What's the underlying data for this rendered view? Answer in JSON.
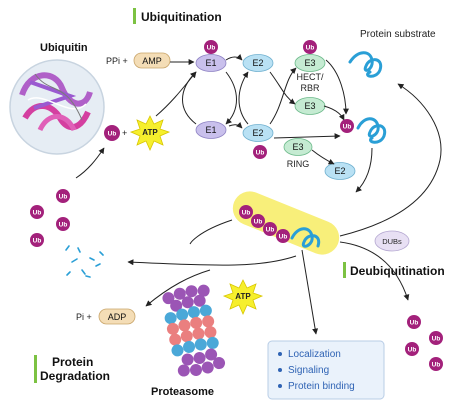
{
  "sections": {
    "ubiquitination": "Ubiquitination",
    "deubiquitination": "Deubiquitination",
    "degradation_line1": "Protein",
    "degradation_line2": "Degradation"
  },
  "labels": {
    "ubiquitin": "Ubiquitin",
    "protein_substrate": "Protein substrate",
    "proteasome": "Proteasome",
    "ppi_plus": "PPi +",
    "pi_plus": "Pi +",
    "plus": "+",
    "hect_line1": "HECT/",
    "hect_line2": "RBR",
    "ring": "RING"
  },
  "molecules": {
    "amp": "AMP",
    "adp": "ADP",
    "atp": "ATP",
    "ub": "Ub",
    "dubs": "DUBs"
  },
  "enzymes": {
    "e1": "E1",
    "e2": "E2",
    "e3": "E3"
  },
  "outcomes": [
    "Localization",
    "Signaling",
    "Protein binding"
  ],
  "colors": {
    "section_bar": "#7cc242",
    "ub": "#a3217b",
    "e1": "#c9c0ec",
    "e2": "#b9e1f4",
    "e3": "#c5ebd2",
    "atp": "#f6ef2d",
    "pill": "#f4ddb6",
    "substrate": "#2a9fd6",
    "highlight": "#f8ef7a",
    "outcome_box": "#eaf2fb",
    "outcome_text": "#2f63b4"
  }
}
